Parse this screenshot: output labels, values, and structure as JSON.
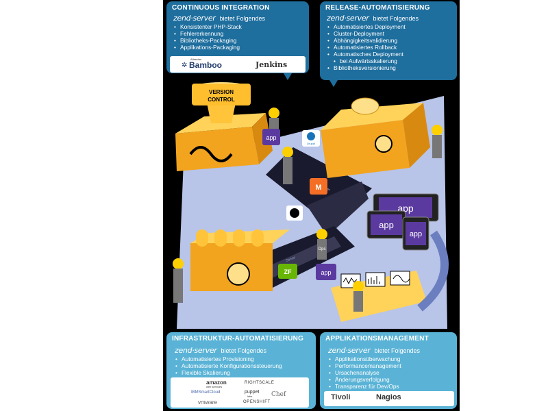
{
  "panels": {
    "ci": {
      "title": "CONTINUOUS INTEGRATION",
      "brand": "zend·server",
      "offers": "bietet Folgendes",
      "features": [
        "Konsistenter PHP-Stack",
        "Fehlererkennung",
        "Bibliotheks-Packaging",
        "Applikations-Packaging"
      ],
      "logos": {
        "bamboo_small": "Atlassian",
        "bamboo": "Bamboo",
        "jenkins": "Jenkins"
      }
    },
    "release": {
      "title": "RELEASE-AUTOMATISIERUNG",
      "brand": "zend·server",
      "offers": "bietet Folgendes",
      "features": [
        "Automatisiertes Deployment",
        "Cluster-Deployment",
        "Abhängigkeitsvalidierung",
        "Automatisiertes Rollback",
        "Automatisches Deployment",
        "bei Aufwärtsskalierung",
        "Bibliotheksversionierung"
      ]
    },
    "infra": {
      "title": "INFRASTRUKTUR-AUTOMATISIERUNG",
      "brand": "zend·server",
      "offers": "bietet Folgendes",
      "features": [
        "Automatisiertes Provisioning",
        "Automatisierte Konfigurationssteuerung",
        "Flexible Skalierung"
      ],
      "logos": {
        "amazon": "amazon",
        "amazon_sub": "web services",
        "rightscale": "RIGHTSCALE",
        "ibm": "IBMSmartCloud",
        "puppet": "puppet",
        "puppet_sub": "labs",
        "chef": "Chef",
        "vmware": "vmware",
        "openshift": "OPENSHIFT"
      }
    },
    "apm": {
      "title": "APPLIKATIONSMANAGEMENT",
      "brand": "zend·server",
      "offers": "bietet Folgendes",
      "features": [
        "Applikationsüberwachung",
        "Performancemanagement",
        "Ursachenanalyse",
        "Änderungsverfolgung",
        "Transparenz für Dev/Ops"
      ],
      "logos": {
        "tivoli": "Tivoli",
        "nagios": "Nagios"
      }
    }
  },
  "scene": {
    "version_control": [
      "VERSION",
      "CONTROL"
    ],
    "app_label": "app",
    "drupal_label": "Drupal",
    "ops_label": "Ops",
    "belt_label": "Server",
    "zf_label": "ZF"
  },
  "colors": {
    "panel_dark": "#1e6e9e",
    "panel_light": "#5ab3d6",
    "machine": "#f2a41e",
    "machine_light": "#ffd35a",
    "floor": "#b8c4e8",
    "app_purple": "#5b3aa0"
  }
}
